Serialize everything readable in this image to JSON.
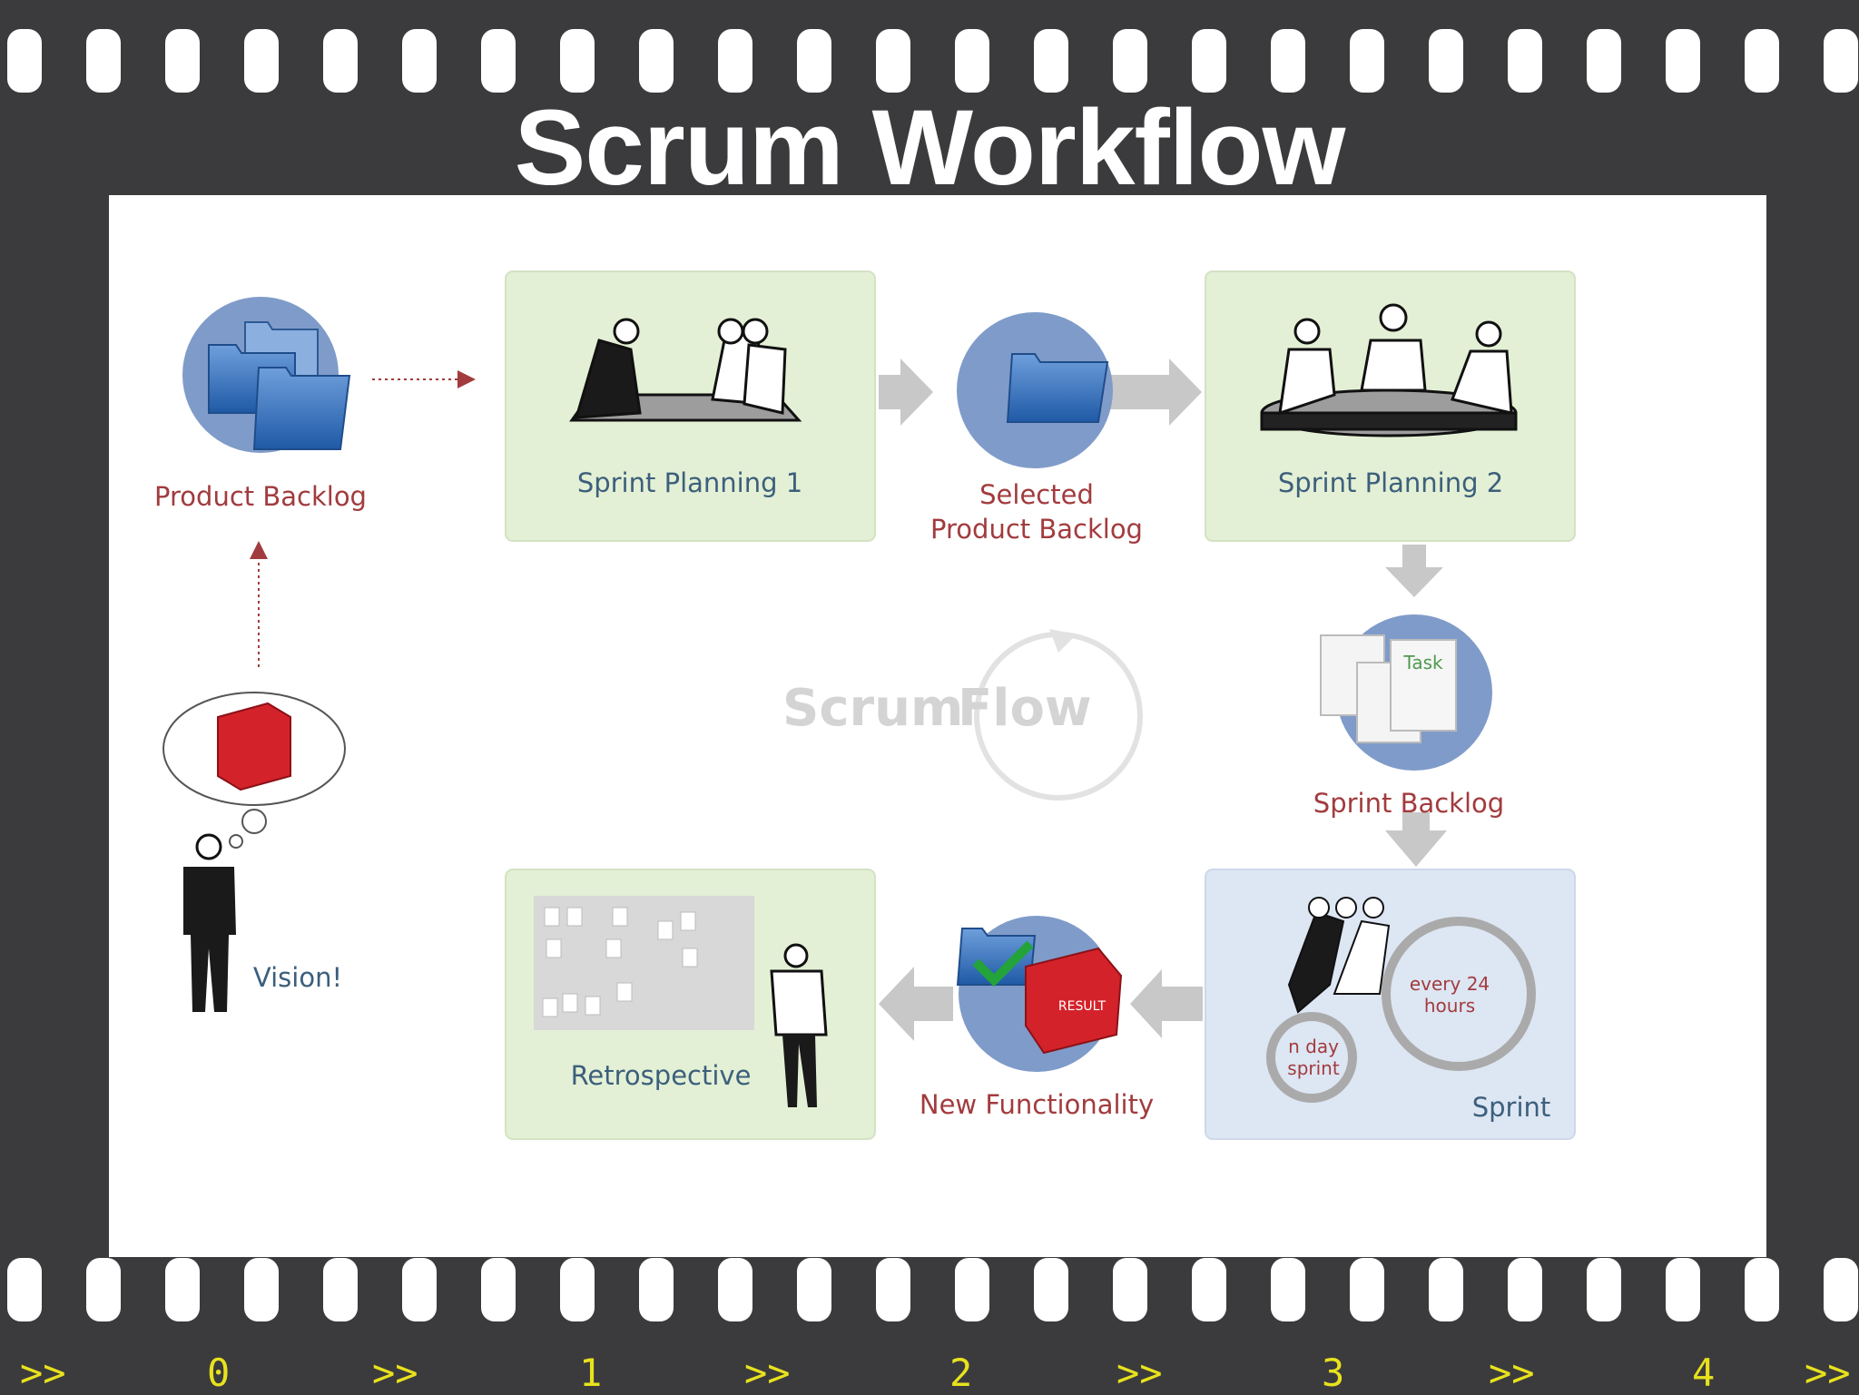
{
  "slide": {
    "title": "Scrum Workflow"
  },
  "diagram": {
    "product_backlog": "Product Backlog",
    "sprint_planning_1": "Sprint Planning 1",
    "selected_backlog_line1": "Selected",
    "selected_backlog_line2": "Product Backlog",
    "sprint_planning_2": "Sprint Planning 2",
    "sprint_backlog": "Sprint Backlog",
    "task_label": "Task",
    "sprint": "Sprint",
    "every_24_line1": "every 24",
    "every_24_line2": "hours",
    "n_day_line1": "n day",
    "n_day_line2": "sprint",
    "new_functionality": "New Functionality",
    "result_label": "RESULT",
    "retrospective": "Retrospective",
    "vision": "Vision!",
    "watermark_scrum": "Scrum",
    "watermark_flow": "Flow"
  },
  "ruler": {
    "items": [
      ">>",
      "0",
      ">>",
      "1",
      ">>",
      "2",
      ">>",
      "3",
      ">>",
      "4",
      ">>"
    ]
  },
  "colors": {
    "frame": "#3b3b3d",
    "green_box": "#e3f0d5",
    "blue_box": "#dde6f3",
    "circle_blue": "#7f9bc9",
    "label_red": "#a23b3e",
    "label_blue": "#3c5f7c",
    "ruler_yellow": "#e8e21d"
  }
}
